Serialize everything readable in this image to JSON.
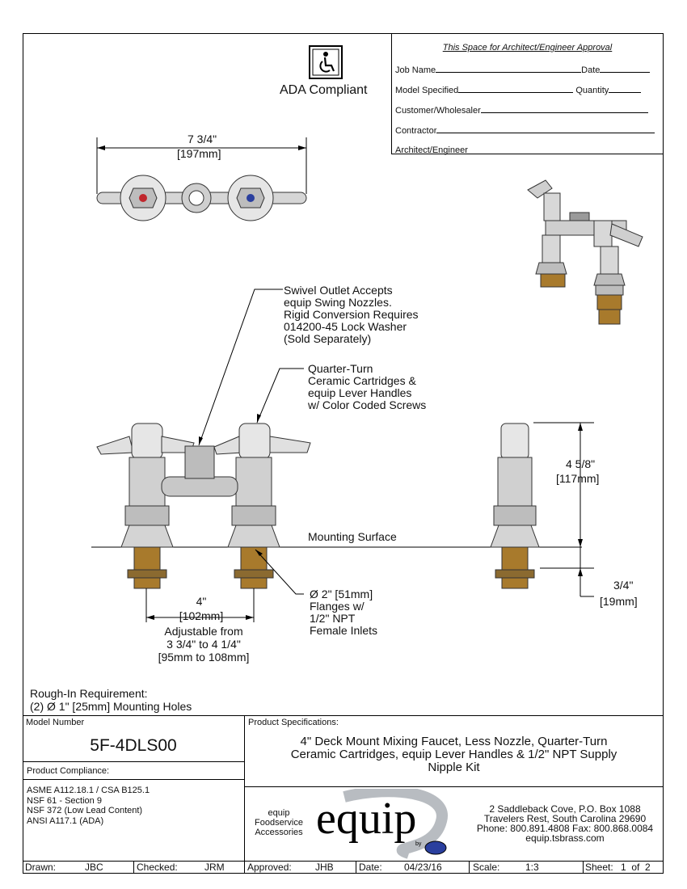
{
  "approval": {
    "title": "This Space for Architect/Engineer Approval",
    "job_name": "Job Name",
    "date": "Date",
    "model_specified": "Model Specified",
    "quantity": "Quantity",
    "customer": "Customer/Wholesaler",
    "contractor": "Contractor",
    "architect": "Architect/Engineer"
  },
  "ada": {
    "label": "ADA Compliant",
    "icon": "wheelchair-icon"
  },
  "dimensions": {
    "width_in": "7 3/4\"",
    "width_mm": "197mm",
    "height_in": "4 5/8\"",
    "height_mm": "117mm",
    "shank_in": "3/4\"",
    "shank_mm": "19mm",
    "center_in": "4\"",
    "center_mm": "102mm",
    "adjustable_1": "Adjustable from",
    "adjustable_2": "3 3/4\" to 4 1/4\"",
    "adjustable_3": "[95mm to 108mm]"
  },
  "callouts": {
    "swivel": "Swivel Outlet Accepts\nequip Swing Nozzles.\nRigid Conversion Requires\n014200-45 Lock Washer\n(Sold Separately)",
    "quarter_turn": "Quarter-Turn\nCeramic Cartridges &\nequip Lever Handles\nw/ Color Coded Screws",
    "mounting_surface": "Mounting Surface",
    "flange": "Ø 2\" [51mm]\nFlanges w/\n1/2\" NPT\nFemale Inlets"
  },
  "rough_in": {
    "line1": "Rough-In Requirement:",
    "line2": "(2) Ø  1\" [25mm] Mounting Holes"
  },
  "model": {
    "label": "Model Number",
    "value": "5F-4DLS00"
  },
  "compliance": {
    "label": "Product Compliance:",
    "items": [
      "ASME A112.18.1 / CSA B125.1",
      "NSF 61 - Section 9",
      "NSF 372 (Low Lead Content)",
      "ANSI A117.1 (ADA)"
    ]
  },
  "specs": {
    "label": "Product Specifications:",
    "line1": "4\" Deck Mount Mixing Faucet, Less Nozzle, Quarter-Turn",
    "line2": "Ceramic Cartridges, equip Lever Handles & 1/2\" NPT Supply",
    "line3": "Nipple Kit"
  },
  "company": {
    "tag1": "equip",
    "tag2": "Foodservice",
    "tag3": "Accessories",
    "logo": "equip",
    "by": "by",
    "address1": "2 Saddleback Cove, P.O. Box 1088",
    "address2": "Travelers Rest, South Carolina 29690",
    "phone": "Phone: 800.891.4808  Fax: 800.868.0084",
    "web": "equip.tsbrass.com"
  },
  "footer": {
    "drawn_label": "Drawn:",
    "drawn": "JBC",
    "checked_label": "Checked:",
    "checked": "JRM",
    "approved_label": "Approved:",
    "approved": "JHB",
    "date_label": "Date:",
    "date": "04/23/16",
    "scale_label": "Scale:",
    "scale": "1:3",
    "sheet_label": "Sheet:",
    "sheet": "1  of  2"
  },
  "colors": {
    "hot": "#c0272d",
    "cold": "#2a3f9e",
    "brass": "#a87a2c",
    "steel": "#c9c9c9"
  }
}
